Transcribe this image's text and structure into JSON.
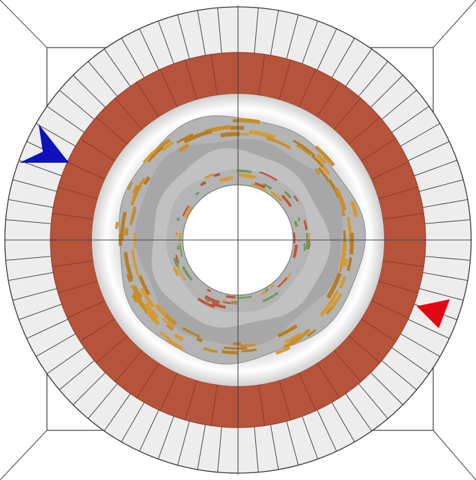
{
  "viewer": {
    "view": "top-down",
    "background_color": "#ffffff",
    "frame_color": "#555555"
  },
  "grid_ring": {
    "segments": 72,
    "fill_color": "#ededed",
    "line_color": "#333333"
  },
  "brick_ring": {
    "segments": 44,
    "color": "#b5543a",
    "mortar_color": "#8e3b28"
  },
  "inner_gap": {
    "color": "#ffffff"
  },
  "wall_surface": {
    "color": "#b4b4b4",
    "shade_color": "#9c9c9c",
    "highlight_color": "#d2d2d2"
  },
  "deposits": {
    "colors": [
      "#d49a36",
      "#c98d2a",
      "#b77d24"
    ],
    "inner_colors": [
      "#c0533d",
      "#6f9a5a",
      "#d49a36"
    ]
  },
  "bore": {
    "color": "#ffffff",
    "crosshair_color": "#444444"
  },
  "markers": [
    {
      "id": "blue-marker",
      "color": "#1111bb",
      "direction": "right"
    },
    {
      "id": "red-marker",
      "color": "#e30613",
      "direction": "left"
    }
  ]
}
